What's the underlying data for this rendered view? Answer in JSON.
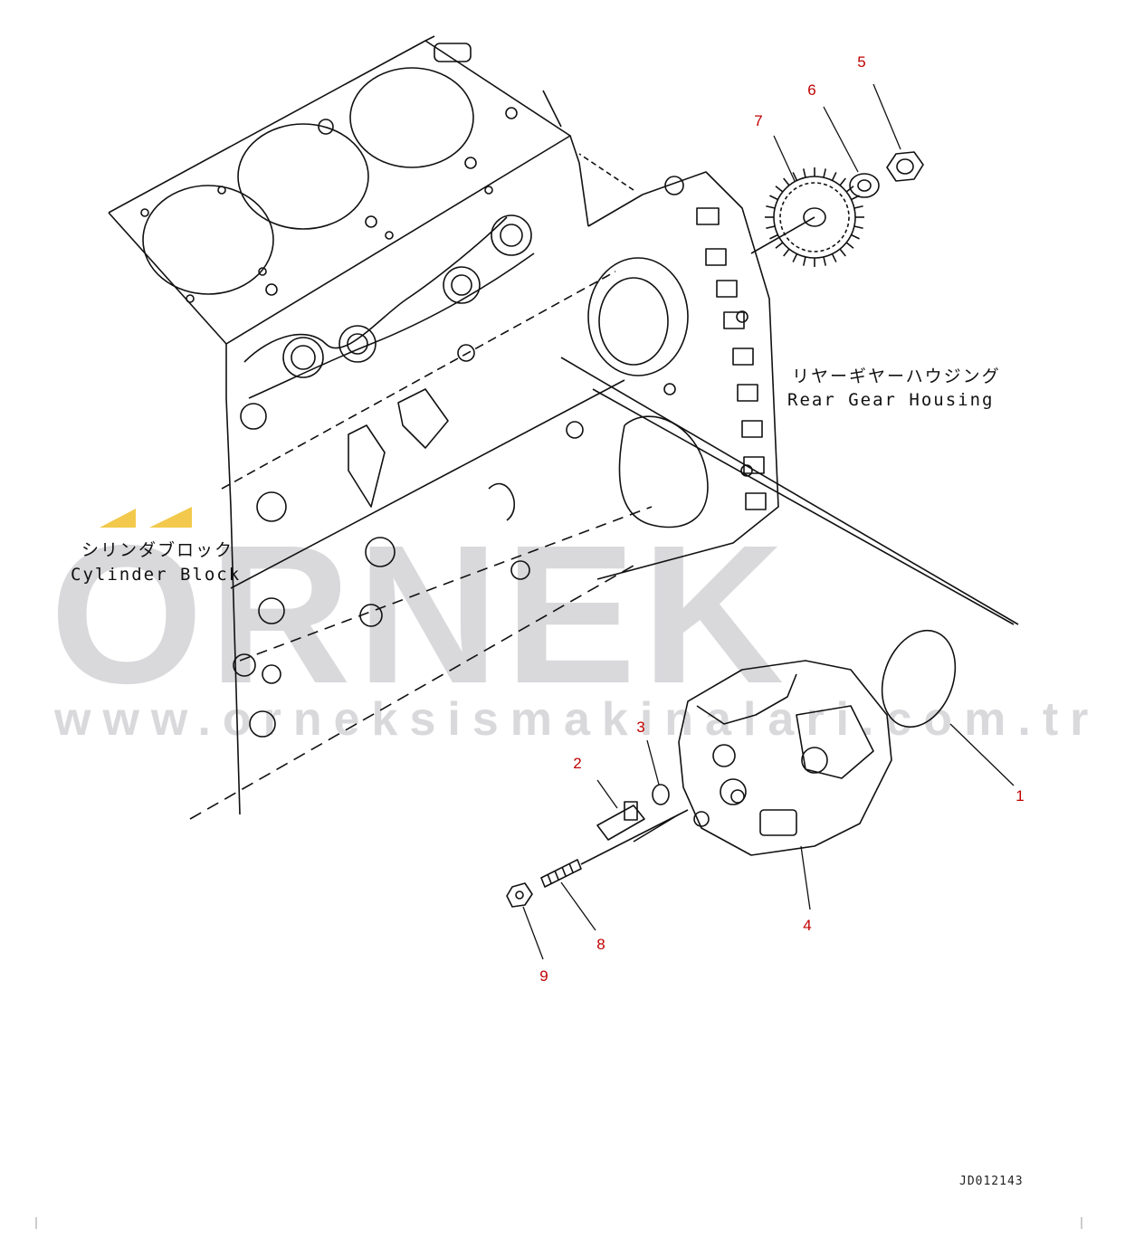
{
  "watermark": {
    "brand": "ORNEK",
    "url": "www.orneksismakinalari.com.tr"
  },
  "labels": {
    "cylinder_block_jp": "シリンダブロック",
    "cylinder_block_en": "Cylinder Block",
    "rear_gear_housing_jp": "リヤーギヤーハウジング",
    "rear_gear_housing_en": "Rear Gear Housing"
  },
  "callouts": [
    "1",
    "2",
    "3",
    "4",
    "5",
    "6",
    "7",
    "8",
    "9"
  ],
  "drawing_code": "JD012143",
  "colors": {
    "callout": "#c00000",
    "linework": "#111111",
    "watermark": "#d9d9dc",
    "accent": "#f2c94c"
  }
}
